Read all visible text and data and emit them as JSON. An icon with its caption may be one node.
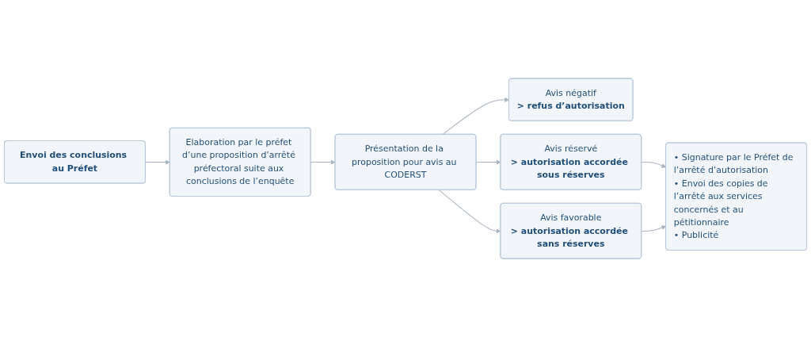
{
  "diagram": {
    "nodes": [
      {
        "text": [
          "Envoi des conclusions au Préfet"
        ]
      },
      {
        "text": [
          "Elaboration par le préfet d’une proposition d’arrêté préfectoral suite aux conclusions de l’enquête"
        ]
      },
      {
        "text": [
          "Présentation de la proposition pour avis au CODERST"
        ]
      },
      {
        "text": [
          "Avis négatif",
          "> refus d’autorisation"
        ]
      },
      {
        "text": [
          "Avis réservé",
          "> autorisation accordée sous réserves"
        ]
      },
      {
        "text": [
          "Avis favorable",
          "> autorisation accordée sans réserves"
        ]
      },
      {
        "text": [
          "• Signature par le Préfet de l’arrêté d’autorisation",
          "• Envoi des copies de l’arrêté aux services concernés et au pétitionnaire",
          "• Publicité"
        ]
      }
    ],
    "edges": [
      {
        "from": 0,
        "to": 1,
        "arrow": "to"
      },
      {
        "from": 1,
        "to": 2,
        "arrow": "to"
      },
      {
        "from": 2,
        "to": 3,
        "arrow": "to"
      },
      {
        "from": 2,
        "to": 4,
        "arrow": "to"
      },
      {
        "from": 2,
        "to": 5,
        "arrow": "to"
      },
      {
        "from": 4,
        "to": 6,
        "arrow": "to"
      },
      {
        "from": 5,
        "to": 6,
        "arrow": "to"
      }
    ]
  }
}
